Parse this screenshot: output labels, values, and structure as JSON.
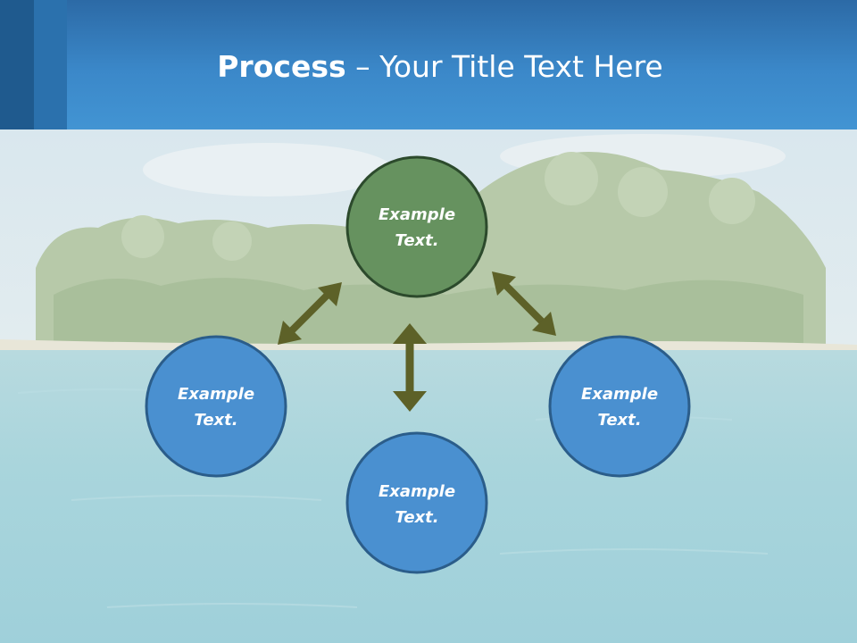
{
  "slide": {
    "title_bold": "Process",
    "title_rest": " – Your Title Text Here"
  },
  "nodes": {
    "top": {
      "line1": "Example",
      "line2": "Text."
    },
    "left": {
      "line1": "Example",
      "line2": "Text."
    },
    "right": {
      "line1": "Example",
      "line2": "Text."
    },
    "bottom": {
      "line1": "Example",
      "line2": "Text."
    }
  },
  "colors": {
    "header": "#3b88c9",
    "center_node": "#66925f",
    "outer_node": "#4a90d0",
    "node_border": "#2b5d8a",
    "arrow": "#5d6128"
  }
}
